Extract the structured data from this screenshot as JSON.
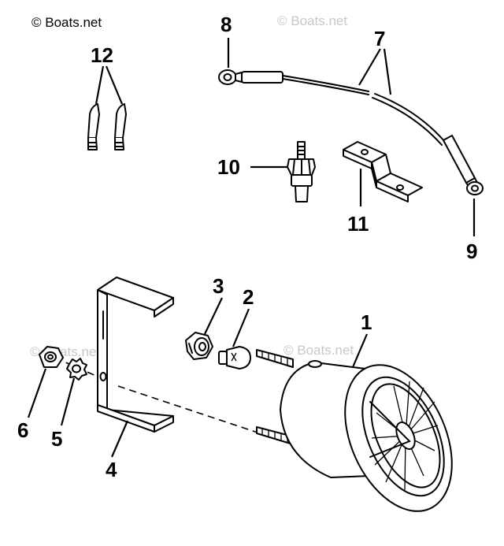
{
  "watermarks": [
    "© Boats.net",
    "© Boats.net",
    "© Boats.net",
    "© Boats.net"
  ],
  "callouts": {
    "p1": "1",
    "p2": "2",
    "p3": "3",
    "p4": "4",
    "p5": "5",
    "p6": "6",
    "p7": "7",
    "p8": "8",
    "p9": "9",
    "p10": "10",
    "p11": "11",
    "p12": "12"
  },
  "colors": {
    "ink": "#000000",
    "paper": "#ffffff",
    "watermark_faint": "#c8c8c8"
  }
}
